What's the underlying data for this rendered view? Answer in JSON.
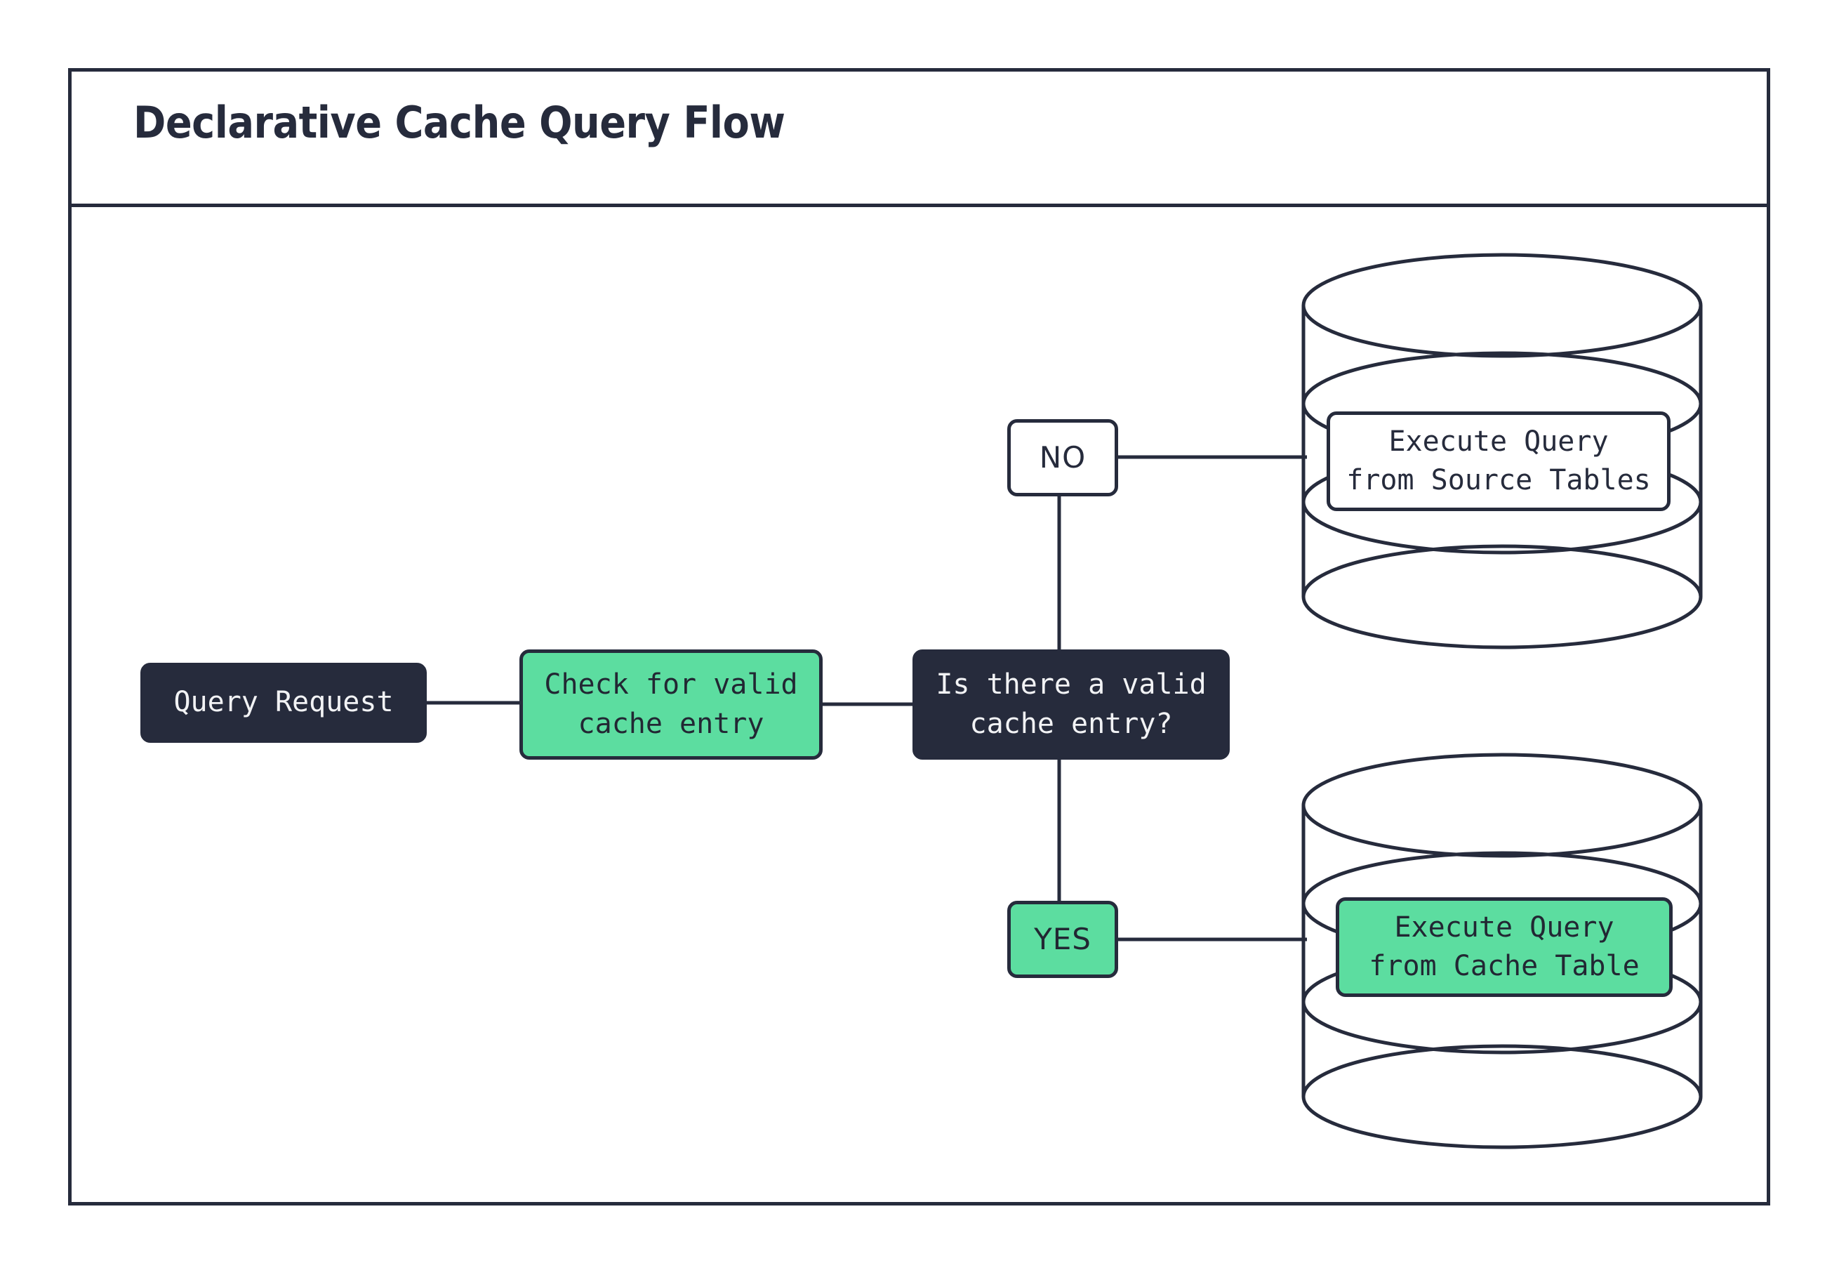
{
  "page": {
    "title": "Declarative Cache Query Flow",
    "background": "#ffffff"
  },
  "colors": {
    "ink": "#262b3c",
    "green": "#5cdda0",
    "white": "#ffffff",
    "dark_text": "#f2f3f5"
  },
  "diagram": {
    "type": "flowchart",
    "nodes": [
      {
        "id": "query_request",
        "label": "Query Request",
        "shape": "rounded-rect",
        "style": "dark"
      },
      {
        "id": "check_cache",
        "label": "Check for valid\ncache entry",
        "shape": "rounded-rect",
        "style": "green"
      },
      {
        "id": "decision",
        "label": "Is there a valid\ncache entry?",
        "shape": "rounded-rect",
        "style": "dark"
      },
      {
        "id": "branch_no",
        "label": "NO",
        "shape": "rounded-rect",
        "style": "white"
      },
      {
        "id": "branch_yes",
        "label": "YES",
        "shape": "rounded-rect",
        "style": "green"
      },
      {
        "id": "source_db",
        "label": "Execute Query\nfrom Source Tables",
        "shape": "cylinder-label",
        "style": "white"
      },
      {
        "id": "cache_db",
        "label": "Execute Query\nfrom Cache Table",
        "shape": "cylinder-label",
        "style": "green"
      }
    ],
    "cylinders": [
      {
        "id": "source_tables_cylinder",
        "icon": "database-cylinder-icon"
      },
      {
        "id": "cache_table_cylinder",
        "icon": "database-cylinder-icon"
      }
    ],
    "edges": [
      {
        "from": "query_request",
        "to": "check_cache"
      },
      {
        "from": "check_cache",
        "to": "decision"
      },
      {
        "from": "decision",
        "to": "branch_no",
        "label": "NO"
      },
      {
        "from": "decision",
        "to": "branch_yes",
        "label": "YES"
      },
      {
        "from": "branch_no",
        "to": "source_db"
      },
      {
        "from": "branch_yes",
        "to": "cache_db"
      }
    ]
  }
}
